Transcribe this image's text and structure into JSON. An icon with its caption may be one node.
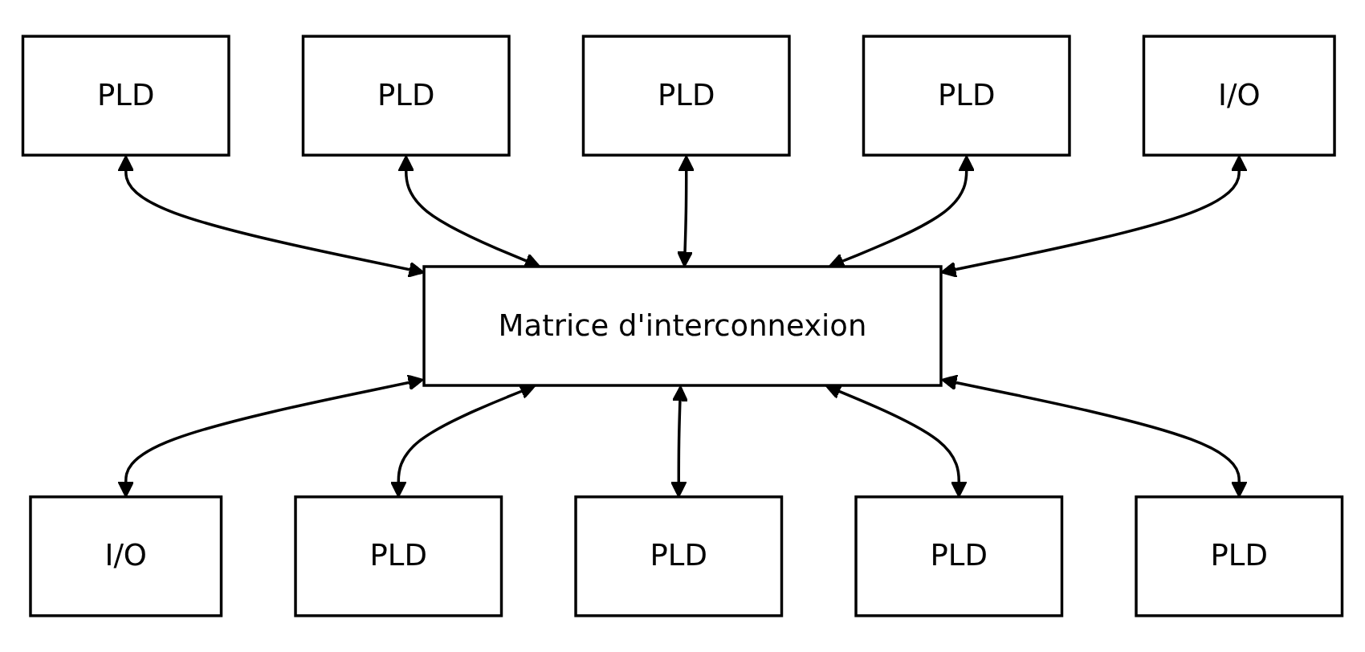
{
  "diagram": {
    "nodes": [
      {
        "text": [
          "PLD"
        ]
      },
      {
        "text": [
          "PLD"
        ]
      },
      {
        "text": [
          "PLD"
        ]
      },
      {
        "text": [
          "PLD"
        ]
      },
      {
        "text": [
          "I/O"
        ]
      },
      {
        "text": [
          "Matrice d'interconnexion"
        ]
      },
      {
        "text": [
          "I/O"
        ]
      },
      {
        "text": [
          "PLD"
        ]
      },
      {
        "text": [
          "PLD"
        ]
      },
      {
        "text": [
          "PLD"
        ]
      },
      {
        "text": [
          "PLD"
        ]
      }
    ],
    "edges": [
      {
        "from": 0,
        "to": 5,
        "arrow": "both"
      },
      {
        "from": 1,
        "to": 5,
        "arrow": "both"
      },
      {
        "from": 2,
        "to": 5,
        "arrow": "both"
      },
      {
        "from": 3,
        "to": 5,
        "arrow": "both"
      },
      {
        "from": 4,
        "to": 5,
        "arrow": "both"
      },
      {
        "from": 5,
        "to": 6,
        "arrow": "both"
      },
      {
        "from": 5,
        "to": 7,
        "arrow": "both"
      },
      {
        "from": 5,
        "to": 8,
        "arrow": "both"
      },
      {
        "from": 5,
        "to": 9,
        "arrow": "both"
      },
      {
        "from": 5,
        "to": 10,
        "arrow": "both"
      }
    ]
  }
}
